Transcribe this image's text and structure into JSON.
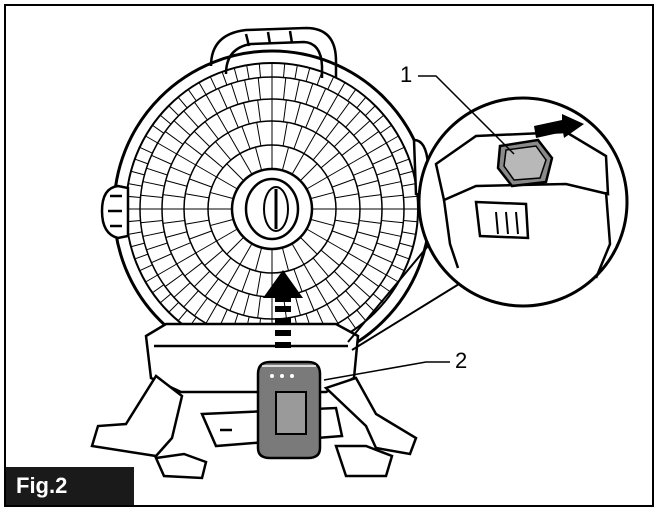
{
  "figure": {
    "label": "Fig.2",
    "callouts": [
      "1",
      "2"
    ]
  },
  "colors": {
    "ink": "#000000",
    "label_bg": "#1a1a1a",
    "label_text": "#ffffff",
    "battery_fill": "#7a7a7a"
  },
  "icons": [
    "fan-body-illustration",
    "battery-pack",
    "release-button-detail",
    "removal-arrow"
  ]
}
